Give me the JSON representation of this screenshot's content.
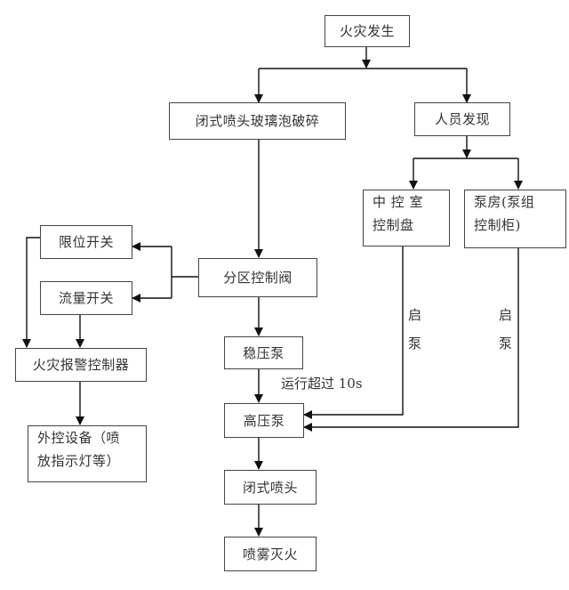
{
  "nodes": {
    "fire_occurs": "火灾发生",
    "bulb_break": "闭式喷头玻璃泡破碎",
    "person_found": "人员发现",
    "central_panel_l1": "中 控 室",
    "central_panel_l2": "控制盘",
    "pump_room_l1": "泵房(泵组",
    "pump_room_l2": "控制柜)",
    "limit_switch": "限位开关",
    "flow_switch": "流量开关",
    "zone_valve": "分区控制阀",
    "alarm_controller": "火灾报警控制器",
    "jockey_pump": "稳压泵",
    "high_pressure_pump": "高压泵",
    "external_l1": "外控设备（喷",
    "external_l2": "放指示灯等）",
    "closed_nozzle": "闭式喷头",
    "spray_extinguish": "喷雾灭火"
  },
  "labels": {
    "run_over_10s": "运行超过 10s",
    "start_pump_1a": "启",
    "start_pump_1b": "泵",
    "start_pump_2a": "启",
    "start_pump_2b": "泵"
  },
  "colors": {
    "line": "#111111",
    "border": "#444444",
    "text": "#333333"
  }
}
